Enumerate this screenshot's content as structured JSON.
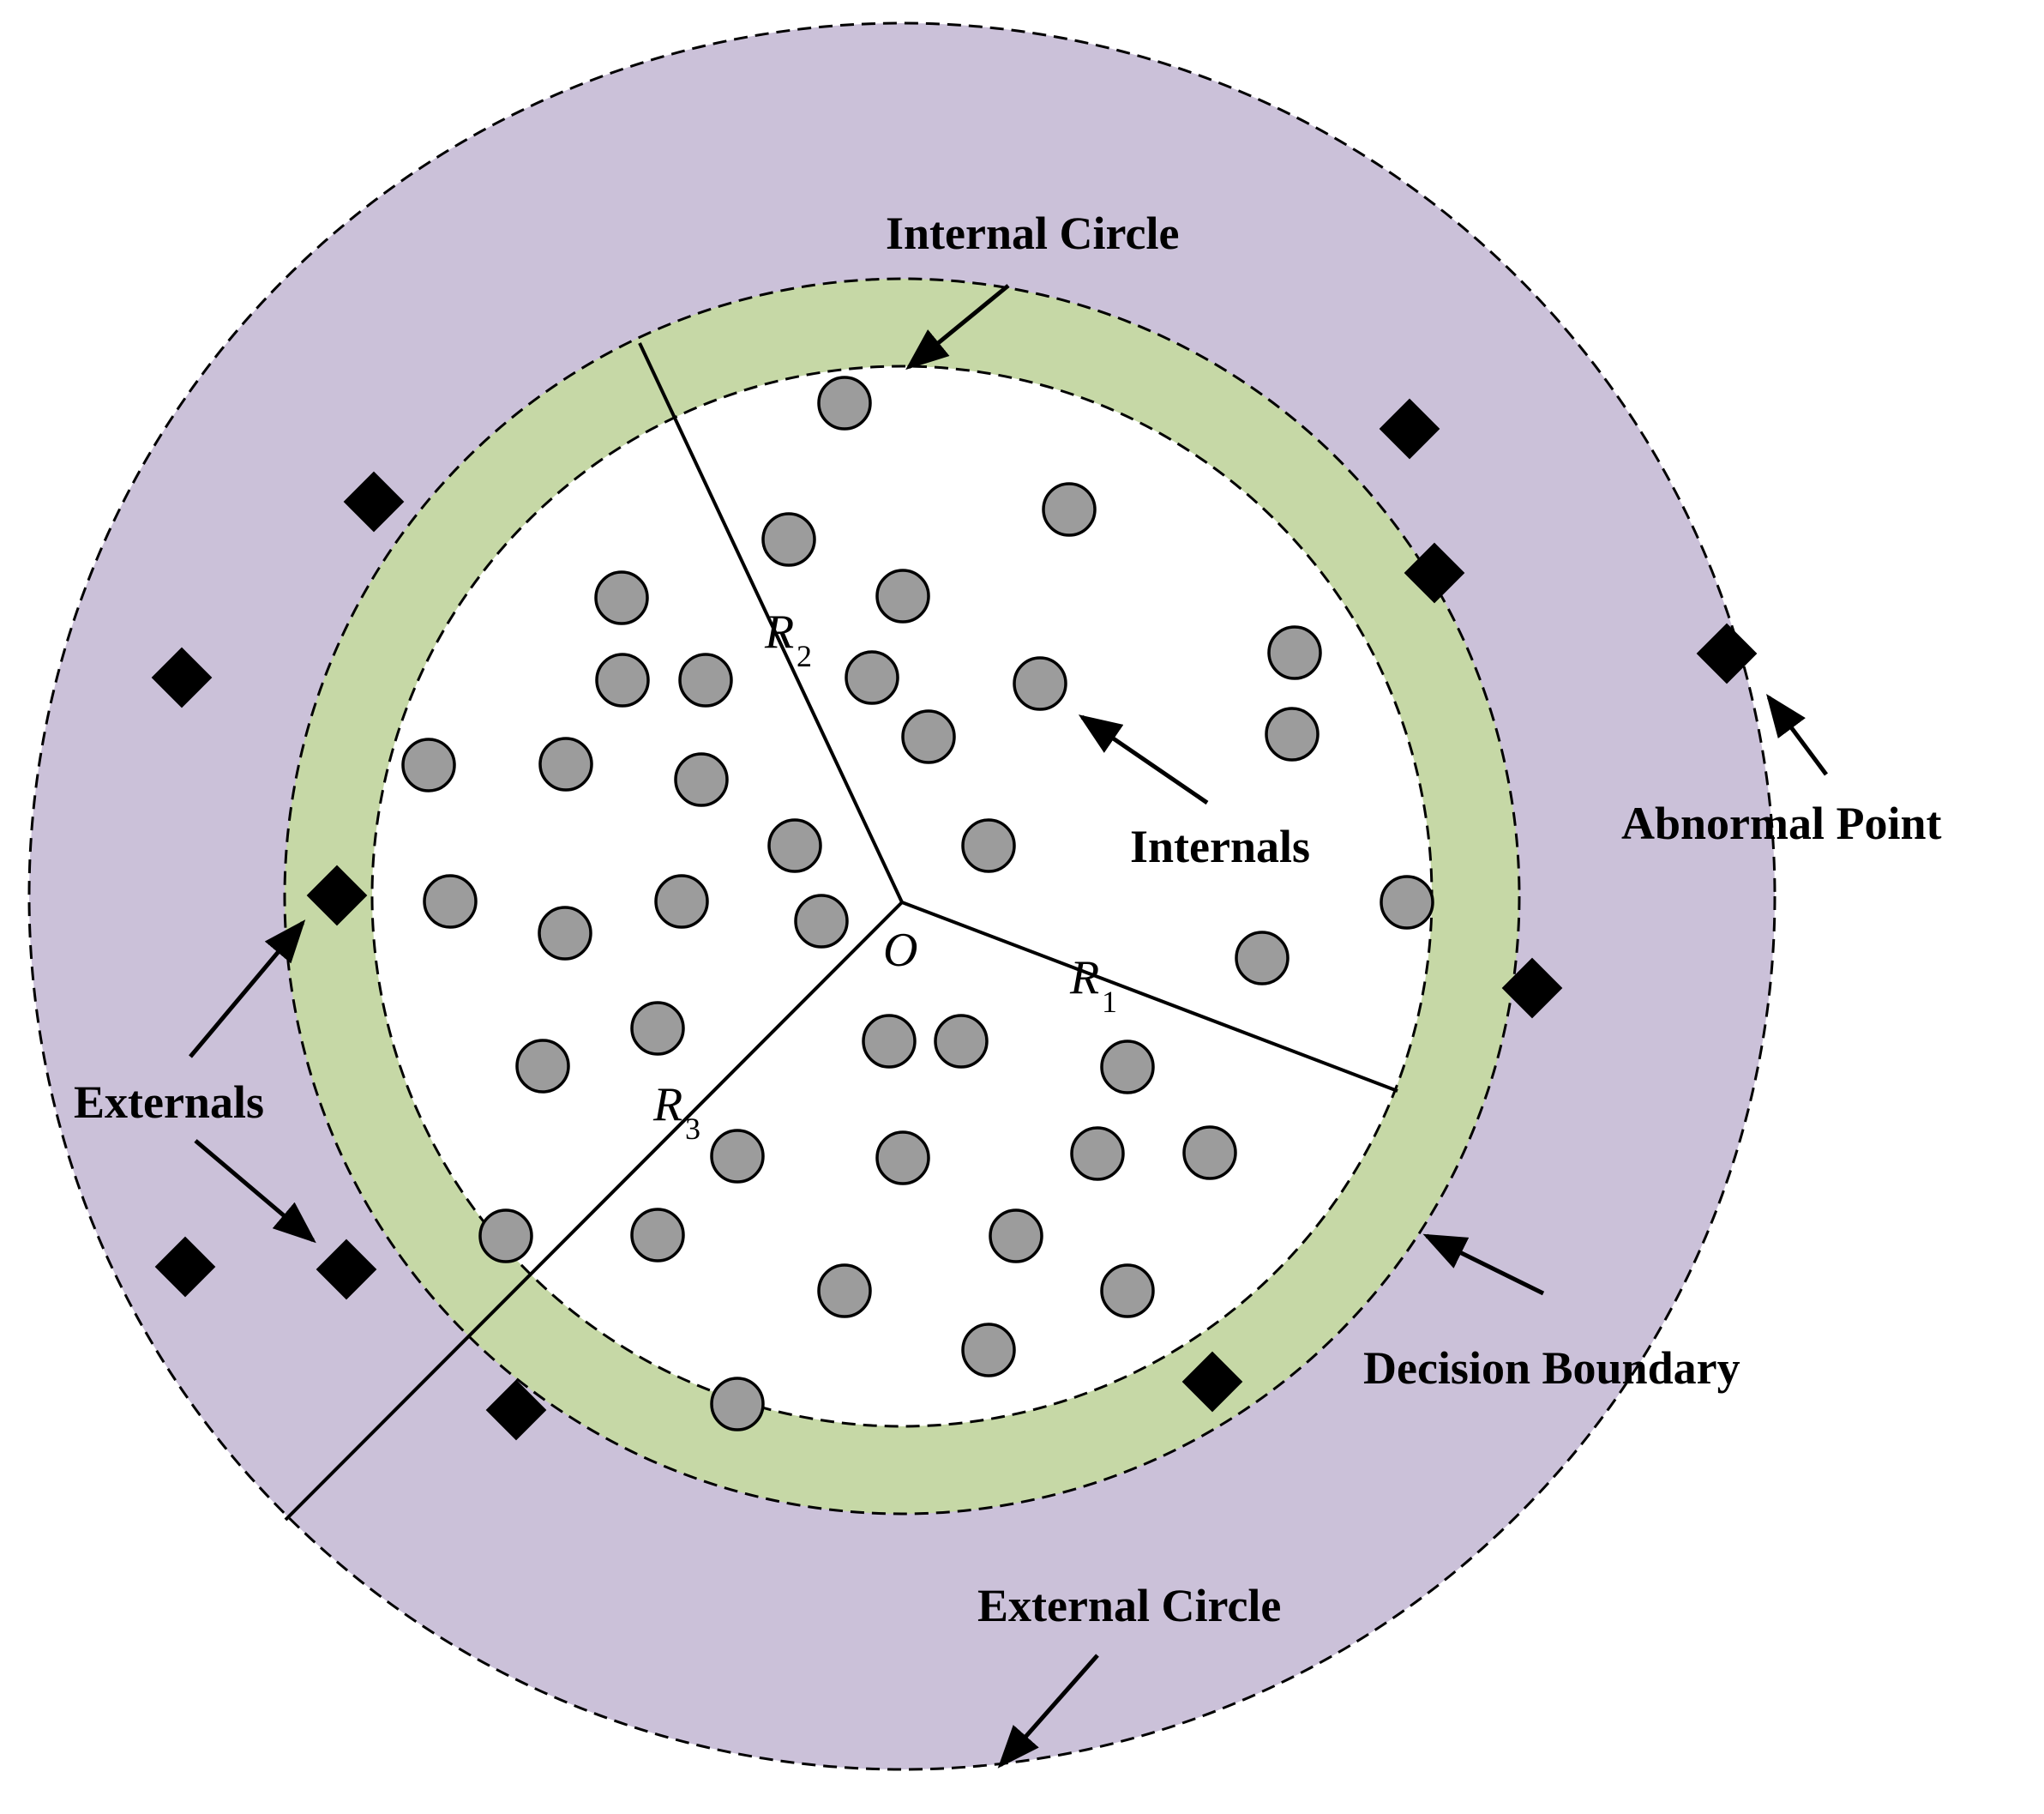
{
  "labels": {
    "internal_circle": "Internal Circle",
    "external_circle": "External Circle",
    "decision_boundary": "Decision Boundary",
    "abnormal_point": "Abnormal Point",
    "internals": "Internals",
    "externals": "Externals",
    "origin": "O",
    "r1": "R",
    "r1_sub": "1",
    "r2": "R",
    "r2_sub": "2",
    "r3": "R",
    "r3_sub": "3"
  },
  "colors": {
    "outer_ring_fill": "#cbc1d9",
    "boundary_band_fill": "#c6d8a6",
    "inner_fill": "#ffffff",
    "internal_point": "#9c9c9c",
    "external_point": "#000000"
  }
}
